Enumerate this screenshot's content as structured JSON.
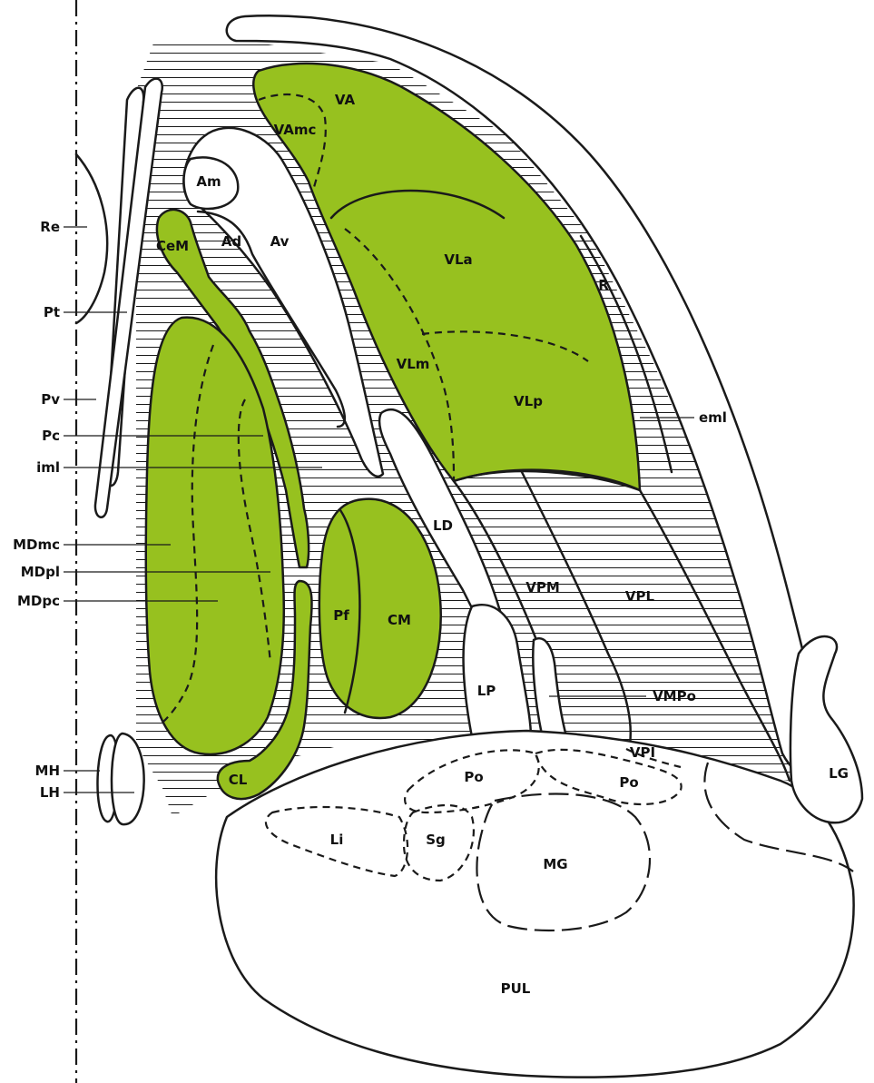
{
  "colors": {
    "highlight": "#97c11f",
    "stroke": "#1a1a1a",
    "background": "#ffffff"
  },
  "labels": {
    "VA": "VA",
    "VAmc": "VAmc",
    "Am": "Am",
    "Ad": "Ad",
    "Av": "Av",
    "CeM": "CeM",
    "VLa": "VLa",
    "VLm": "VLm",
    "VLp": "VLp",
    "R": "R",
    "LD": "LD",
    "VPM": "VPM",
    "VPL": "VPL",
    "Pf": "Pf",
    "CM": "CM",
    "LP": "LP",
    "VMPo": "VMPo",
    "VPI": "VPI",
    "Po_left": "Po",
    "Po_right": "Po",
    "LG": "LG",
    "CL": "CL",
    "Li": "Li",
    "Sg": "Sg",
    "MG": "MG",
    "PUL": "PUL",
    "Re": "Re",
    "Pt": "Pt",
    "Pv": "Pv",
    "Pc": "Pc",
    "iml": "iml",
    "MDmc": "MDmc",
    "MDpl": "MDpl",
    "MDpc": "MDpc",
    "MH": "MH",
    "LH": "LH",
    "eml": "eml"
  }
}
